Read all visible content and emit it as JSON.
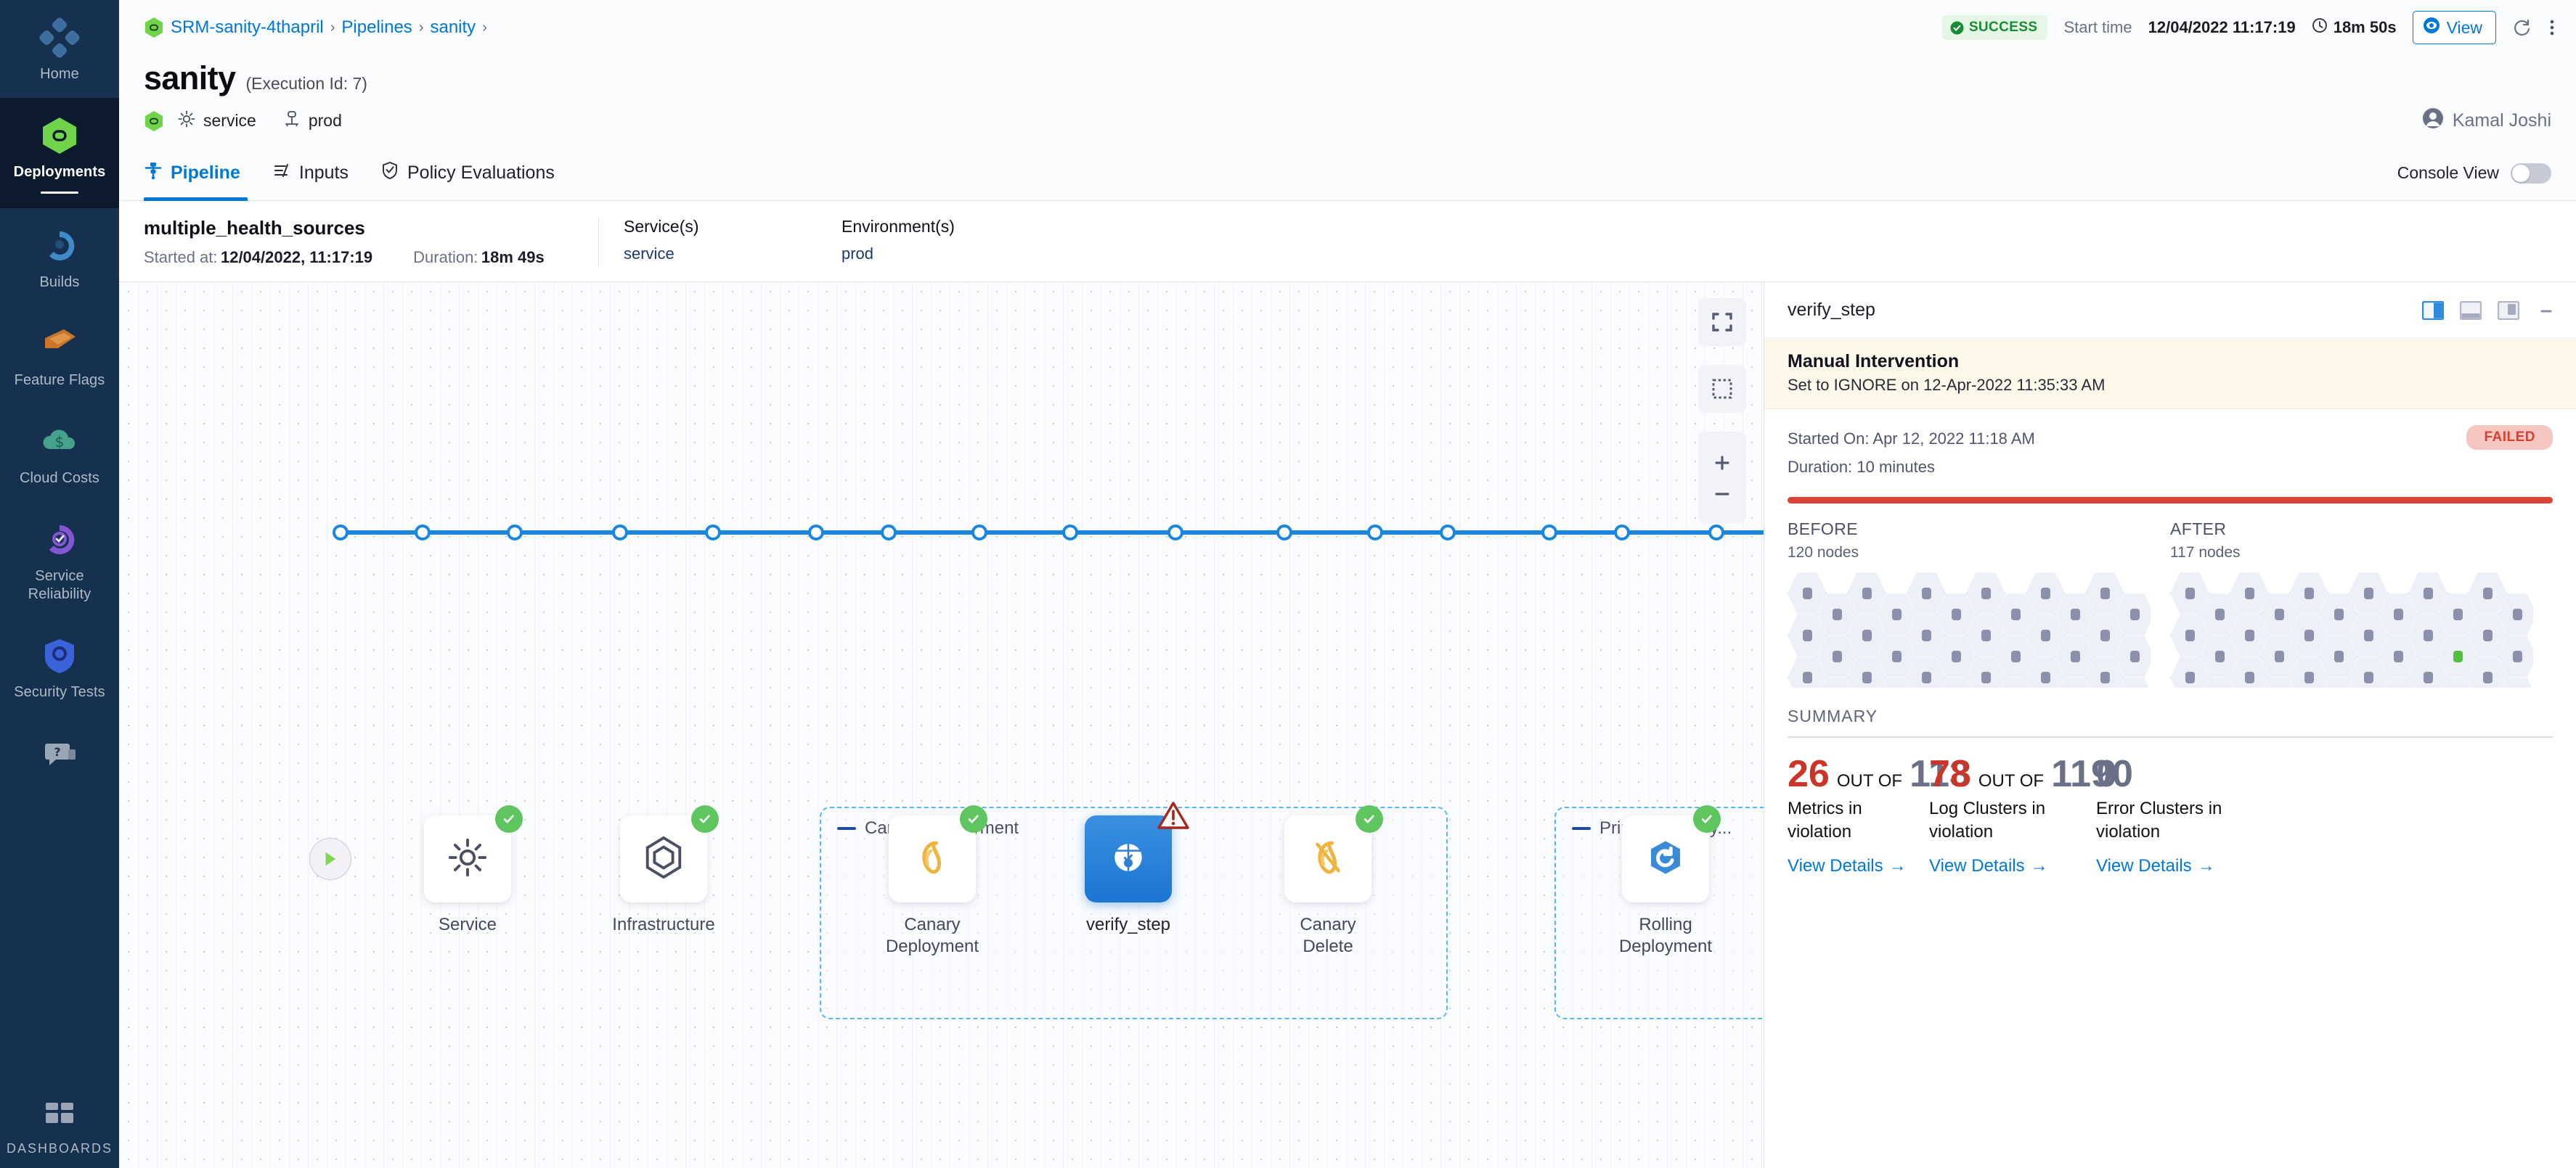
{
  "sidebar": {
    "items": [
      {
        "label": "Home",
        "icon": "home-diamond-icon",
        "active": false
      },
      {
        "label": "Deployments",
        "icon": "deployments-hexagon-icon",
        "active": true
      },
      {
        "label": "Builds",
        "icon": "builds-icon",
        "active": false
      },
      {
        "label": "Feature Flags",
        "icon": "feature-flags-icon",
        "active": false
      },
      {
        "label": "Cloud Costs",
        "icon": "cloud-costs-icon",
        "active": false
      },
      {
        "label": "Service Reliability",
        "icon": "service-reliability-icon",
        "active": false
      },
      {
        "label": "Security Tests",
        "icon": "security-tests-icon",
        "active": false
      }
    ],
    "help_icon": "help-chat-icon",
    "dashboards": {
      "label": "DASHBOARDS",
      "icon": "dashboards-grid-icon"
    }
  },
  "breadcrumb": {
    "project_icon": "deployments-hexagon-icon",
    "items": [
      "SRM-sanity-4thapril",
      "Pipelines",
      "sanity"
    ],
    "separator": "›"
  },
  "header": {
    "status_badge": "SUCCESS",
    "start_time_label": "Start time",
    "start_time_value": "12/04/2022 11:17:19",
    "duration_value": "18m 50s",
    "view_button": "View",
    "refresh_icon": "refresh-icon",
    "more_icon": "more-vertical-icon",
    "clock_icon": "clock-icon",
    "eye_icon": "eye-icon"
  },
  "title": {
    "name": "sanity",
    "execution_id": "(Execution Id: 7)",
    "chips": [
      {
        "icon": "gear-icon",
        "label": "service"
      },
      {
        "icon": "environment-icon",
        "label": "prod"
      }
    ],
    "status_icon": "success-hexagon-icon",
    "user": {
      "name": "Kamal Joshi",
      "icon": "avatar-icon"
    }
  },
  "tabs": {
    "items": [
      {
        "label": "Pipeline",
        "icon": "pipeline-icon",
        "active": true
      },
      {
        "label": "Inputs",
        "icon": "inputs-icon",
        "active": false
      },
      {
        "label": "Policy Evaluations",
        "icon": "policy-shield-icon",
        "active": false
      }
    ],
    "console_view_label": "Console View",
    "console_view_on": false
  },
  "execution": {
    "stage_name": "multiple_health_sources",
    "started_at_label": "Started at:",
    "started_at_value": "12/04/2022, 11:17:19",
    "duration_label": "Duration:",
    "duration_value": "18m 49s",
    "services_header": "Service(s)",
    "services_value": "service",
    "environments_header": "Environment(s)",
    "environments_value": "prod"
  },
  "canvas": {
    "tools": [
      {
        "name": "fit-screen-icon"
      },
      {
        "name": "select-area-icon"
      },
      {
        "name": "zoom-in-icon"
      },
      {
        "name": "zoom-out-icon"
      }
    ],
    "groups": [
      {
        "label": "Canary Deployment"
      },
      {
        "label": "Primary Deploy..."
      }
    ],
    "nodes": [
      {
        "label": "Service",
        "icon": "gear-icon",
        "status": "success",
        "selected": false
      },
      {
        "label": "Infrastructure",
        "icon": "infrastructure-hexagon-icon",
        "status": "success",
        "selected": false
      },
      {
        "label": "Canary Deployment",
        "icon": "canary-bird-icon",
        "status": "success",
        "selected": false
      },
      {
        "label": "verify_step",
        "icon": "verify-icon",
        "status": "warning",
        "selected": true
      },
      {
        "label": "Canary Delete",
        "icon": "canary-delete-icon",
        "status": "success",
        "selected": false
      },
      {
        "label": "Rolling Deployment",
        "icon": "rolling-deployment-icon",
        "status": "success",
        "selected": false
      }
    ]
  },
  "panel": {
    "title": "verify_step",
    "layout_icons": [
      "panel-right-icon",
      "panel-bottom-icon",
      "panel-float-icon",
      "minimize-icon"
    ],
    "notice": {
      "title": "Manual Intervention",
      "subtitle": "Set to IGNORE on 12-Apr-2022 11:35:33 AM"
    },
    "run": {
      "started_on": "Started On: Apr 12, 2022 11:18 AM",
      "duration": "Duration: 10 minutes",
      "status": "FAILED"
    },
    "before": {
      "header": "BEFORE",
      "nodes": "120 nodes"
    },
    "after": {
      "header": "AFTER",
      "nodes": "117 nodes"
    },
    "summary": {
      "header": "SUMMARY",
      "out_of": "OUT OF",
      "view_details": "View Details",
      "arrow": "→",
      "metrics": [
        {
          "value": "26",
          "value_color": "#cb3527",
          "total": "113",
          "total_color": "#6b7089",
          "caption": "Metrics in violation"
        },
        {
          "value": "78",
          "value_color": "#cb3527",
          "total": "1190",
          "total_color": "#6b7089",
          "caption": "Log Clusters in violation"
        },
        {
          "value": "0",
          "value_color": "#6b7089",
          "total": "",
          "total_color": "#6b7089",
          "caption": "Error Clusters in violation"
        }
      ]
    }
  },
  "hexgrids": {
    "before_rows": 6,
    "before_cols": 12,
    "after_rows": 6,
    "after_cols": 12,
    "after_marked": [
      {
        "row": 1,
        "col": 9,
        "color": "green"
      },
      {
        "row": 2,
        "col": 1,
        "color": "red"
      },
      {
        "row": 2,
        "col": 3,
        "color": "red"
      },
      {
        "row": 4,
        "col": 5,
        "color": "red"
      }
    ]
  },
  "colors": {
    "accent": "#0278d5",
    "success": "#5fc55f",
    "danger": "#cb3527",
    "sidebar": "#15314f",
    "sidebar_active": "#0b1b2d"
  }
}
